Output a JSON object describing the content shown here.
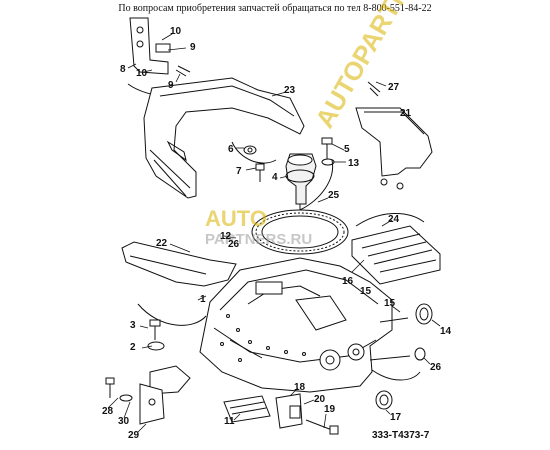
{
  "header": {
    "text": "По вопросам приобретения запчастей обращаться по тел 8-800-551-84-22"
  },
  "figure": {
    "code": "333-T4373-7"
  },
  "watermark": {
    "line1": "AUTO",
    "line2": "PARTNERS.RU",
    "diagonal": "AUTOPARTNERS.RU"
  },
  "callouts": [
    "10",
    "9",
    "8",
    "10",
    "9",
    "27",
    "23",
    "5",
    "21",
    "6",
    "13",
    "7",
    "4",
    "25",
    "24",
    "12",
    "26",
    "22",
    "16",
    "15",
    "1",
    "15",
    "14",
    "3",
    "2",
    "26",
    "11",
    "18",
    "28",
    "20",
    "30",
    "19",
    "17",
    "29"
  ],
  "colors": {
    "line": "#111111",
    "watermark": "#d9b300"
  }
}
